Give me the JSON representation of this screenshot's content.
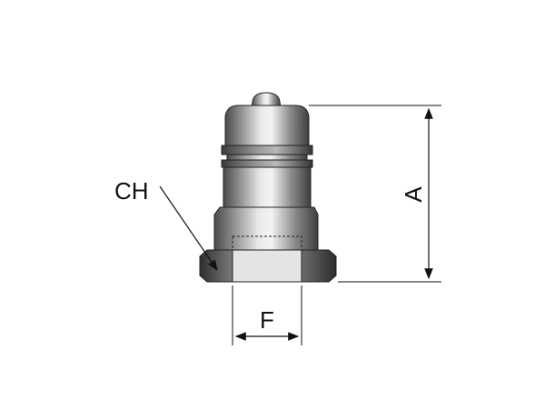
{
  "labels": {
    "hex_callout": "CH",
    "height_dim": "A",
    "thread_dim": "F"
  },
  "colors": {
    "line": "#111111",
    "steel_dark": "#5a5a5a",
    "steel_light": "#e6e6e6"
  }
}
